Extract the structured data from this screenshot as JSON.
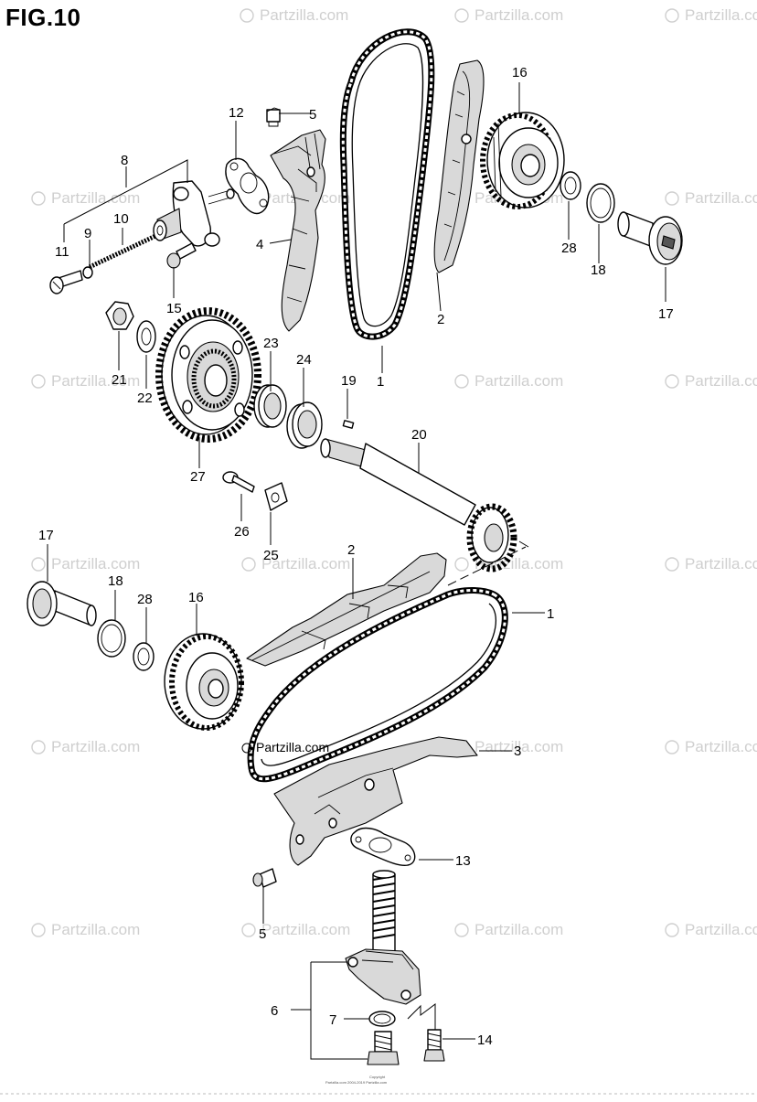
{
  "figure_title": "FIG.10",
  "watermark_text": "Partzilla.com",
  "center_watermark": "Partzilla.com",
  "copyright_lines": [
    "Copyright",
    "Partzilla.com 2004-2019 Partzilla.com"
  ],
  "callouts": {
    "c1_top": "1",
    "c1_bottom": "1",
    "c2_top": "2",
    "c2_bottom": "2",
    "c3": "3",
    "c4": "4",
    "c5_top": "5",
    "c5_bottom": "5",
    "c6": "6",
    "c7": "7",
    "c8": "8",
    "c9": "9",
    "c10": "10",
    "c11": "11",
    "c12": "12",
    "c13": "13",
    "c14": "14",
    "c15": "15",
    "c16_top": "16",
    "c16_bottom": "16",
    "c17_top": "17",
    "c17_bottom": "17",
    "c18_top": "18",
    "c18_bottom": "18",
    "c19": "19",
    "c20": "20",
    "c21": "21",
    "c22": "22",
    "c23": "23",
    "c24": "24",
    "c25": "25",
    "c26": "26",
    "c27": "27",
    "c28_top": "28",
    "c28_bottom": "28"
  }
}
